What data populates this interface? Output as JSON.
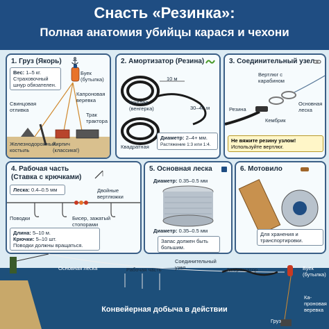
{
  "header": {
    "title": "Снасть «Резинка»:",
    "subtitle": "Полная анатомия убийцы карася и чехони"
  },
  "panel1": {
    "title": "1. Груз (Якорь)",
    "note_bold": "Вес:",
    "note_text": " 1–5 кг. Страховочный шнур обязателен.",
    "buoy": "Буек (бутылка)",
    "rope": "Капроновая веревка",
    "lead": "Свинцовая отливка",
    "track": "Трак трактора",
    "rail": "Железнодорожный костыль",
    "brick": "Кирпич (классика!)"
  },
  "panel2": {
    "title": "2. Амортизатор (Резина)",
    "len1": "10 м",
    "len2": "30–40 м",
    "round": "Круглая (венгерка)",
    "square": "Квадратная",
    "diam_bold": "Диаметр:",
    "diam_text": " 2–4+ мм.",
    "stretch": "Растяжение 1:3 или 1:4."
  },
  "panel3": {
    "title": "3. Соединительный узел",
    "swivel": "Вертлюг с карабином",
    "rubber": "Резина",
    "main_line": "Основная леска",
    "cambric": "Кембрик",
    "warn_bold": "Не вяжите резину узлом!",
    "warn_text": "Используйте вертлюг."
  },
  "panel4": {
    "title": "4. Рабочая часть",
    "subtitle": "(Ставка с крючками)",
    "line_bold": "Леска:",
    "line_text": " 0.4–0.5 мм",
    "swivels": "Двойные вертлюжки",
    "leashes": "Поводки",
    "beads": "Бисер, зажатый стопорами",
    "len_bold": "Длина:",
    "len_text": " 5–10 м.",
    "hooks_bold": "Крючки:",
    "hooks_text": " 5–10 шт.",
    "rotate": "Поводки должны вращаться."
  },
  "panel5": {
    "title": "5. Основная леска",
    "diam1_bold": "Диаметр:",
    "diam1_text": " 0.35–0.5 мм",
    "diam2_bold": "Диаметр:",
    "diam2_text": " 0.35–0.5 мм",
    "reserve": "Запас должен быть большим."
  },
  "panel6": {
    "title": "6. Мотовило",
    "storage": "Для хранения и транспортировки."
  },
  "scene": {
    "main_line": "Основная леска",
    "working": "Рабочая часть",
    "knot": "Соединительный узел",
    "shock": "Амортизатор",
    "buoy": "Буек (бутылка)",
    "rope": "Ка-проновая веревка",
    "weight": "Груз",
    "caption": "Конвейерная добыча в действии"
  },
  "colors": {
    "header": "#1f4d82",
    "panel_border": "#3b5f86",
    "water": "#1d4f7a",
    "buoy": "#c83a22",
    "rubber": "#1a1a1a"
  }
}
